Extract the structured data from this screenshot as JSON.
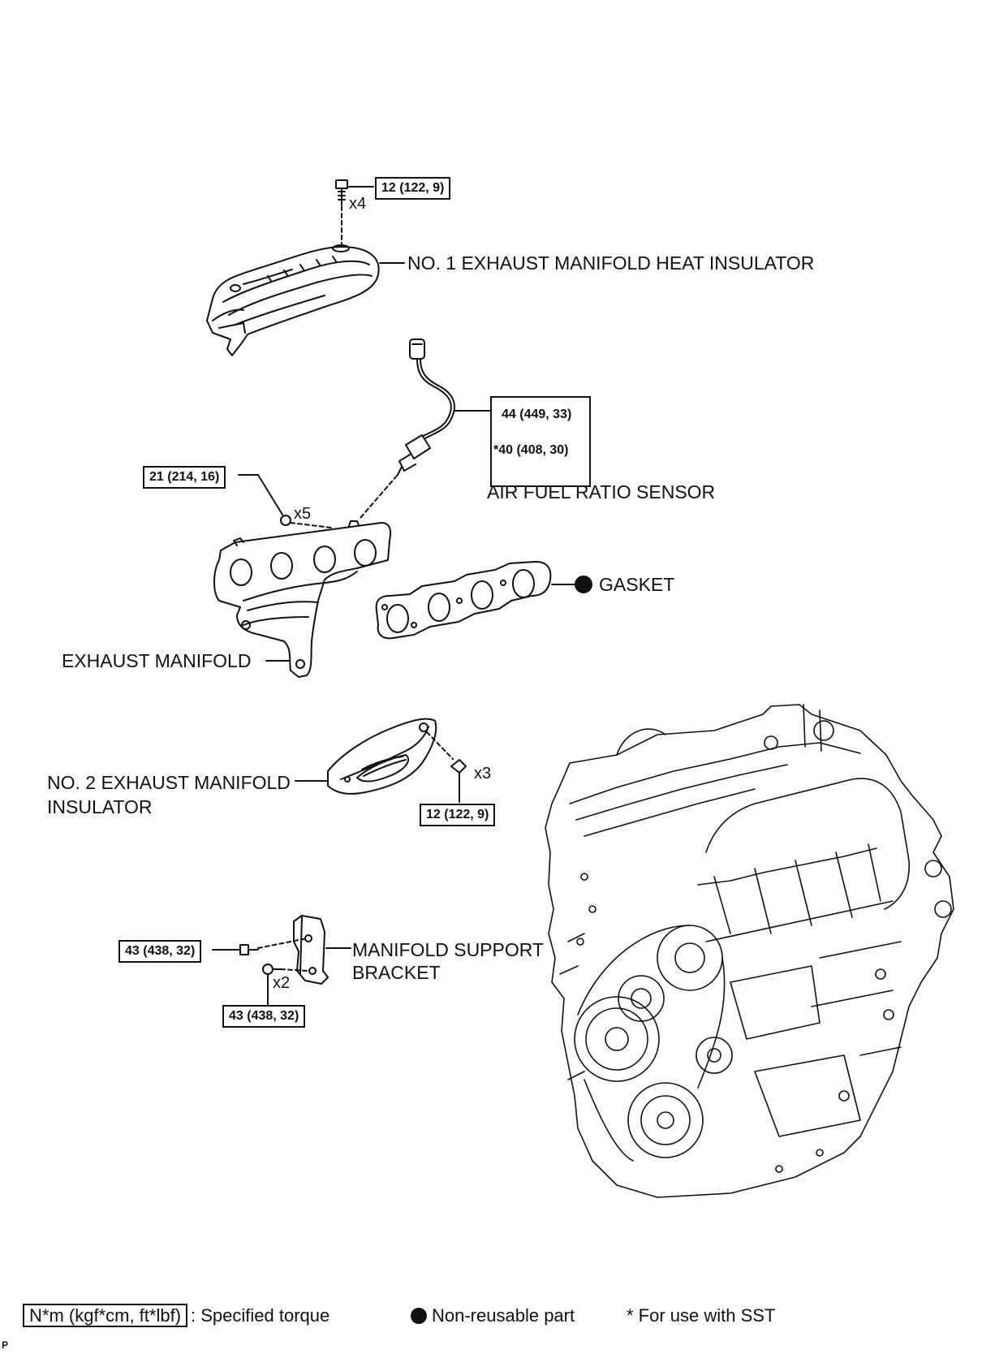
{
  "parts": {
    "heat_insulator_1": "NO. 1 EXHAUST MANIFOLD HEAT INSULATOR",
    "af_sensor": "AIR FUEL RATIO SENSOR",
    "gasket": "GASKET",
    "exhaust_manifold": "EXHAUST MANIFOLD",
    "insulator_2_line1": "NO. 2 EXHAUST MANIFOLD",
    "insulator_2_line2": "INSULATOR",
    "support_bracket_line1": "MANIFOLD SUPPORT",
    "support_bracket_line2": "BRACKET"
  },
  "torques": {
    "insulator_1_bolt": "12 (122, 9)",
    "af_sensor": "44 (449, 33)",
    "af_sensor_sst": "*40 (408, 30)",
    "manifold_nut": "21 (214, 16)",
    "insulator_2_bolt": "12 (122, 9)",
    "bracket_bolt_a": "43 (438, 32)",
    "bracket_bolt_b": "43 (438, 32)"
  },
  "quantities": {
    "insulator_1_bolts": "x4",
    "manifold_nuts": "x5",
    "insulator_2_bolts": "x3",
    "bracket_bolts": "x2"
  },
  "legend": {
    "torque_unit": "N*m (kgf*cm, ft*lbf)",
    "torque_desc": ": Specified torque",
    "non_reusable": "Non-reusable part",
    "sst": "* For use with SST"
  },
  "footer_mark": "P"
}
